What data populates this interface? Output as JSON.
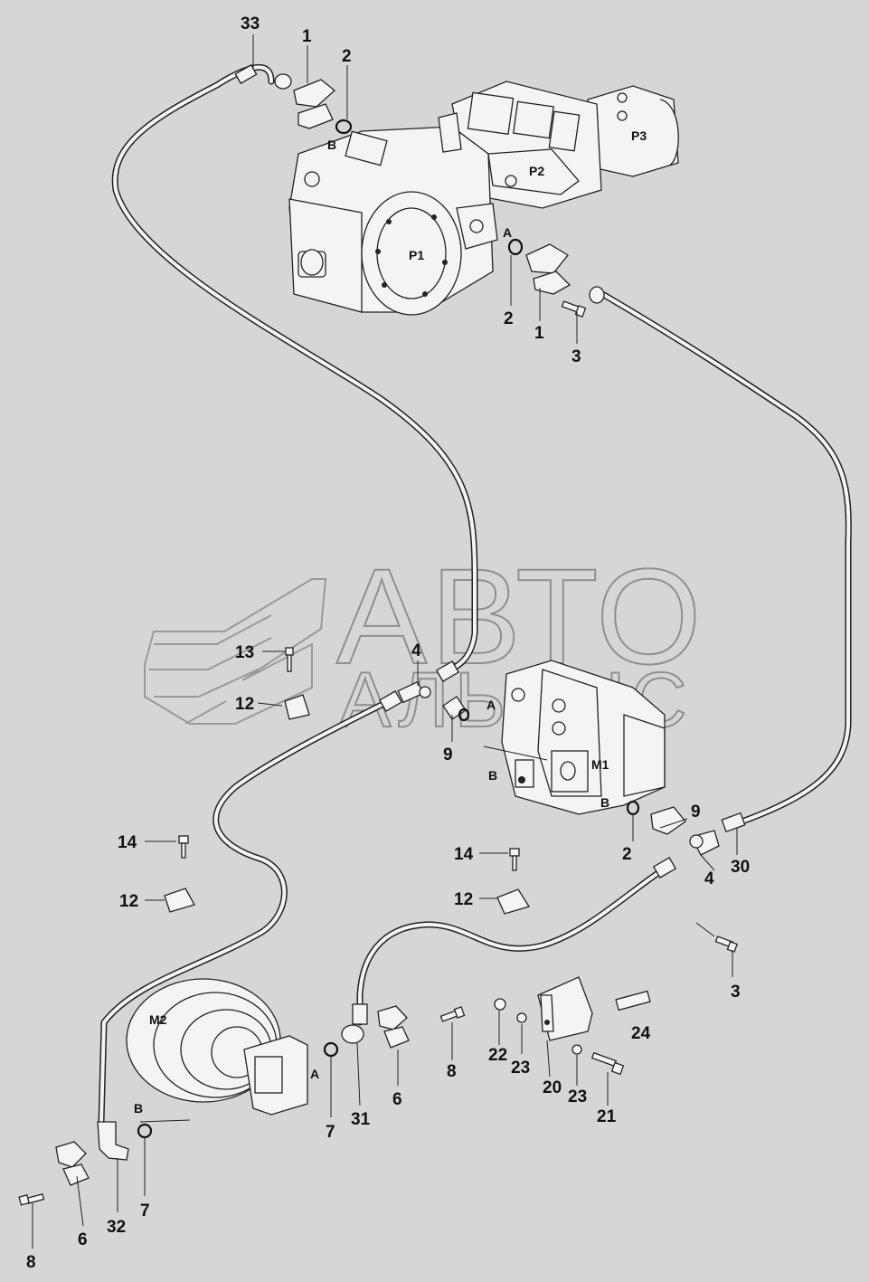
{
  "watermark": {
    "line1": "АВТО",
    "line2": "АЛЬЯНС"
  },
  "units": {
    "p1": "P1",
    "p2": "P2",
    "p3": "P3",
    "m1": "M1",
    "m2": "M2"
  },
  "ports": {
    "a_pump": "A",
    "b_pump": "B",
    "a_m1": "A",
    "b_m1_left": "B",
    "b_m1_right": "B",
    "a_m2": "A",
    "b_m2": "B"
  },
  "callouts": {
    "c33": "33",
    "c1_top": "1",
    "c2_top": "2",
    "c2_mid": "2",
    "c1_mid": "1",
    "c3_mid": "3",
    "c13": "13",
    "c12_upper": "12",
    "c4_left": "4",
    "c9_left": "9",
    "c9_right": "9",
    "c2_m1": "2",
    "c4_right": "4",
    "c30": "30",
    "c14_left": "14",
    "c12_left": "12",
    "c14_mid": "14",
    "c12_mid": "12",
    "c3_low": "3",
    "c24": "24",
    "c22": "22",
    "c23_a": "23",
    "c20": "20",
    "c23_b": "23",
    "c21": "21",
    "c8_mid": "8",
    "c6_mid": "6",
    "c31": "31",
    "c7_mid": "7",
    "c7_low": "7",
    "c32": "32",
    "c6_low": "6",
    "c8_low": "8"
  }
}
